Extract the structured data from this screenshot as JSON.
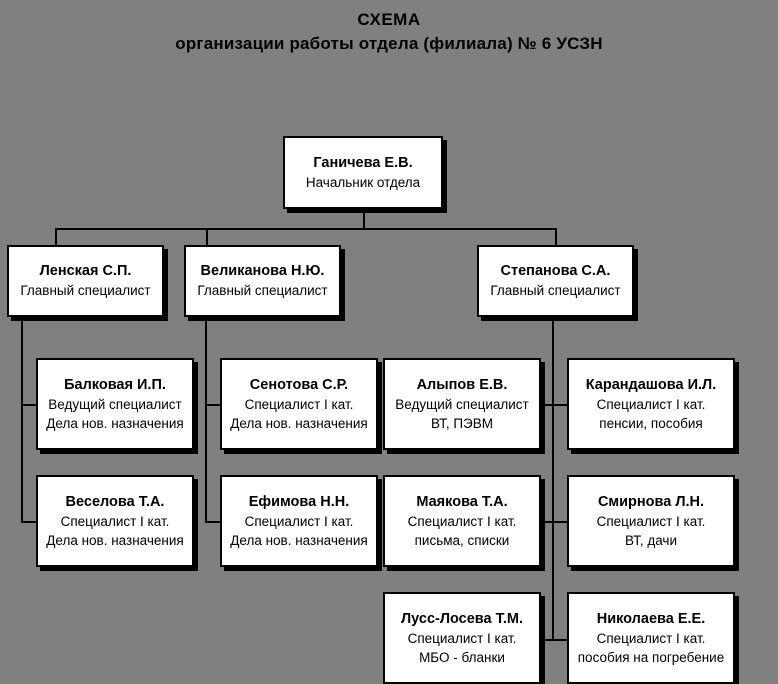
{
  "title": {
    "line1": "СХЕМА",
    "line2": "организации работы отдела (филиала) № 6 УСЗН"
  },
  "colors": {
    "background": "#808080",
    "box_fill": "#ffffff",
    "border": "#000000",
    "text": "#000000",
    "shadow": "#000000"
  },
  "head": {
    "name": "Ганичева Е.В.",
    "role": "Начальник отдела"
  },
  "managers": [
    {
      "name": "Ленская С.П.",
      "role": "Главный специалист"
    },
    {
      "name": "Великанова Н.Ю.",
      "role": "Главный специалист"
    },
    {
      "name": "Степанова С.А.",
      "role": "Главный специалист"
    }
  ],
  "staff": {
    "col1": [
      {
        "name": "Балковая И.П.",
        "role": "Ведущий специалист",
        "duty": "Дела нов. назначения"
      },
      {
        "name": "Веселова Т.А.",
        "role": "Специалист I кат.",
        "duty": "Дела нов. назначения"
      }
    ],
    "col2": [
      {
        "name": "Сенотова С.Р.",
        "role": "Специалист I кат.",
        "duty": "Дела нов. назначения"
      },
      {
        "name": "Ефимова Н.Н.",
        "role": "Специалист I кат.",
        "duty": "Дела нов. назначения"
      }
    ],
    "col3": [
      {
        "name": "Алыпов Е.В.",
        "role": "Ведущий специалист",
        "duty": "ВТ, ПЭВМ"
      },
      {
        "name": "Маякова Т.А.",
        "role": "Специалист I кат.",
        "duty": "письма, списки"
      },
      {
        "name": "Лусс-Лосева Т.М.",
        "role": "Специалист I кат.",
        "duty": "МБО - бланки"
      }
    ],
    "col4": [
      {
        "name": "Карандашова И.Л.",
        "role": "Специалист I кат.",
        "duty": "пенсии, пособия"
      },
      {
        "name": "Смирнова Л.Н.",
        "role": "Специалист I кат.",
        "duty": "ВТ, дачи"
      },
      {
        "name": "Николаева Е.Е.",
        "role": "Специалист I кат.",
        "duty": "пособия на погребение"
      }
    ]
  }
}
